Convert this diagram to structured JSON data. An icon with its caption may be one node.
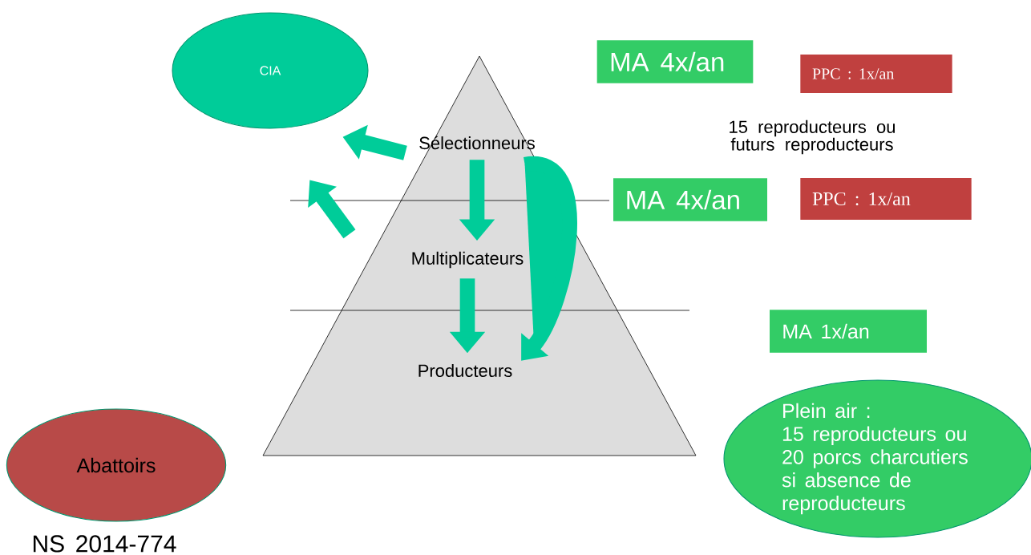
{
  "diagram": {
    "nodes": [
      {
        "text": [
          "CIA"
        ]
      },
      {
        "text": [
          "Sélectionneurs"
        ]
      },
      {
        "text": [
          "Multiplicateurs"
        ]
      },
      {
        "text": [
          "Producteurs"
        ]
      },
      {
        "text": [
          "MA 4x/an"
        ]
      },
      {
        "text": [
          "PPC : 1x/an"
        ]
      },
      {
        "text": [
          "MA 4x/an"
        ]
      },
      {
        "text": [
          "PPC : 1x/an"
        ]
      },
      {
        "text": [
          "MA 1x/an"
        ]
      },
      {
        "text": [
          "Plein air :",
          "15 reproducteurs ou 20 porcs charcutiers si absence de reproducteurs"
        ]
      },
      {
        "text": [
          "Abattoirs"
        ]
      }
    ],
    "edges": [
      {
        "from": 1,
        "to": 0,
        "arrow": "to"
      },
      {
        "from": 2,
        "to": 0,
        "arrow": "to"
      },
      {
        "from": 1,
        "to": 2,
        "arrow": "to"
      },
      {
        "from": 2,
        "to": 3,
        "arrow": "to"
      },
      {
        "from": 1,
        "to": 3,
        "arrow": "to"
      }
    ],
    "labels": [
      "15 reproducteurs ou futurs reproducteurs",
      "NS 2014-774"
    ]
  }
}
